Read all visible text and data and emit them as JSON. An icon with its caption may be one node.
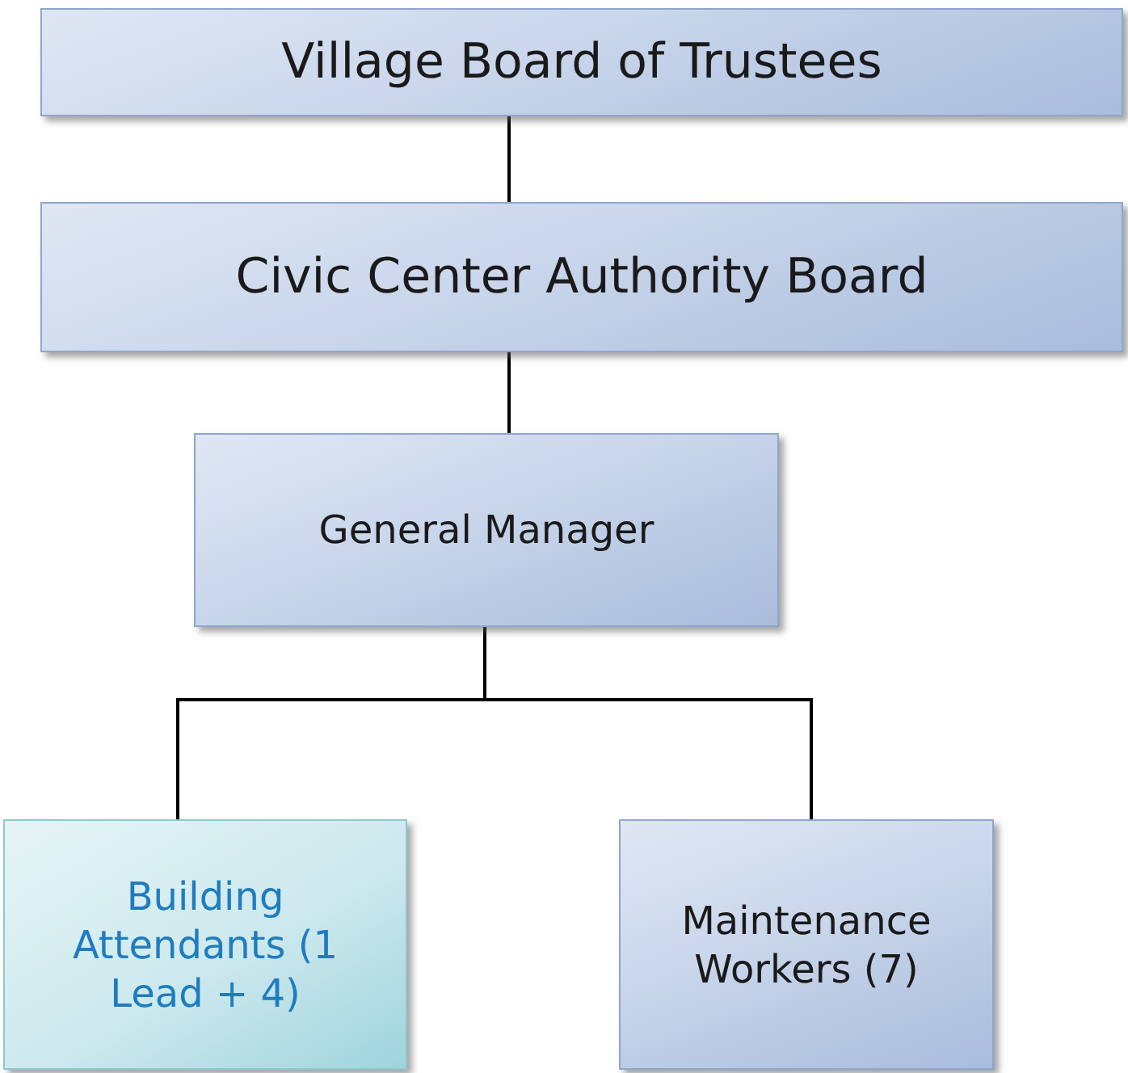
{
  "diagram": {
    "nodes": [
      {
        "text": [
          "Village Board of Trustees"
        ]
      },
      {
        "text": [
          "Civic Center Authority Board"
        ]
      },
      {
        "text": [
          "General Manager"
        ]
      },
      {
        "text": [
          "Building Attendants (1 Lead + 4)"
        ]
      },
      {
        "text": [
          "Maintenance Workers (7)"
        ]
      }
    ],
    "edges": [
      {
        "from": 0,
        "to": 1,
        "arrow": "none"
      },
      {
        "from": 1,
        "to": 2,
        "arrow": "none"
      },
      {
        "from": 2,
        "to": 3,
        "arrow": "none"
      },
      {
        "from": 2,
        "to": 4,
        "arrow": "none"
      }
    ]
  }
}
